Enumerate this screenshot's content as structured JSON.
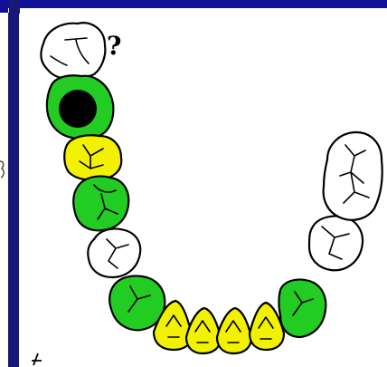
{
  "annotations": {
    "uncertain_mark": "?"
  },
  "legend_colors": {
    "healthy": "#ffffff",
    "treated": "#22cc22",
    "watch": "#f2f200",
    "lesion_marker": "#000000",
    "outline": "#000000",
    "frame_dark": "#181878"
  },
  "teeth": [
    {
      "id": "tooth-1",
      "shape": "molar",
      "status": "healthy",
      "marker": false
    },
    {
      "id": "tooth-2",
      "shape": "molar",
      "status": "treated",
      "marker": true
    },
    {
      "id": "tooth-3",
      "shape": "premolar",
      "status": "watch",
      "marker": false
    },
    {
      "id": "tooth-4",
      "shape": "premolar",
      "status": "treated",
      "marker": false
    },
    {
      "id": "tooth-5",
      "shape": "premolar",
      "status": "healthy",
      "marker": false
    },
    {
      "id": "tooth-6",
      "shape": "canine",
      "status": "treated",
      "marker": false
    },
    {
      "id": "tooth-7",
      "shape": "incisor",
      "status": "watch",
      "marker": false
    },
    {
      "id": "tooth-8",
      "shape": "incisor",
      "status": "watch",
      "marker": false
    },
    {
      "id": "tooth-9",
      "shape": "incisor",
      "status": "watch",
      "marker": false
    },
    {
      "id": "tooth-10",
      "shape": "incisor",
      "status": "watch",
      "marker": false
    },
    {
      "id": "tooth-11",
      "shape": "canine",
      "status": "treated",
      "marker": false
    },
    {
      "id": "tooth-12",
      "shape": "premolar",
      "status": "healthy",
      "marker": false
    },
    {
      "id": "tooth-13",
      "shape": "molar",
      "status": "healthy",
      "marker": false
    }
  ]
}
